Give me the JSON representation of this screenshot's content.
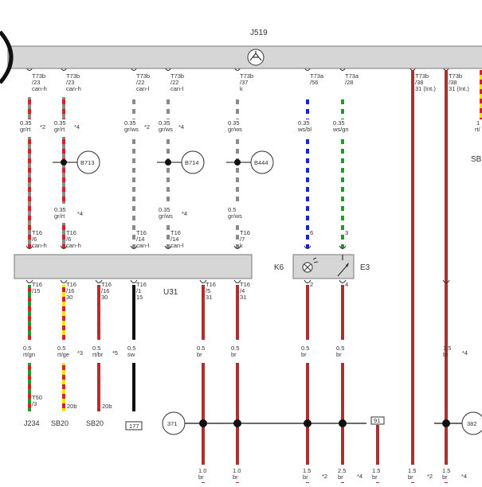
{
  "colors": {
    "red": "#d62222",
    "grey": "#8a8a8a",
    "green": "#1e9c28",
    "yellow": "#f5e400",
    "blue": "#1526d6",
    "white": "#ffffff",
    "black": "#111111",
    "brown": "#a83232",
    "bar_fill": "#d6d6d6",
    "bar_stroke": "#7a7a7a",
    "text": "#333333"
  },
  "header": {
    "j519": "J519",
    "ground_icon": "ground-icon"
  },
  "top_wires": [
    {
      "id": "w1",
      "conn": [
        "T73b",
        "/23",
        "can-h"
      ],
      "spec": [
        "0.35",
        "gr/rt"
      ],
      "note": "*2",
      "colors": [
        "red",
        "grey"
      ],
      "spec_low": "",
      "note_low": "",
      "bottom_conn": [
        "T16",
        "/6",
        "can-h"
      ],
      "splice": ""
    },
    {
      "id": "w2",
      "conn": [
        "T73b",
        "/23",
        "can-h"
      ],
      "spec": [
        "0.35",
        "gr/rt"
      ],
      "note": "*4",
      "colors": [
        "red",
        "grey"
      ],
      "spec_low": "0.35\ngr/rt",
      "note_low": "*4",
      "bottom_conn": [
        "T16",
        "/6",
        "can-h"
      ],
      "splice": "B713"
    },
    {
      "id": "w3",
      "conn": [
        "T73b",
        "/22",
        "can-l"
      ],
      "spec": [
        "0.35",
        "gr/ws"
      ],
      "note": "*2",
      "colors": [
        "grey",
        "white"
      ],
      "spec_low": "",
      "note_low": "",
      "bottom_conn": [
        "T16",
        "/14",
        "can-l"
      ],
      "splice": ""
    },
    {
      "id": "w4",
      "conn": [
        "T73b",
        "/22",
        "can-l"
      ],
      "spec": [
        "0.35",
        "gr/ws"
      ],
      "note": "*4",
      "colors": [
        "grey",
        "white"
      ],
      "spec_low": "0.35\ngr/ws",
      "note_low": "*4",
      "bottom_conn": [
        "T16",
        "/14",
        "can-l"
      ],
      "splice": "B714"
    },
    {
      "id": "w5",
      "conn": [
        "T73b",
        "/37",
        "k"
      ],
      "spec": [
        "0.35",
        "gr/ws"
      ],
      "note": "",
      "colors": [
        "grey",
        "white"
      ],
      "spec_low": "0.5\ngr/ws",
      "note_low": "",
      "bottom_conn": [
        "T16",
        "/7",
        "k"
      ],
      "splice": "B444"
    },
    {
      "id": "w6",
      "conn": [
        "T73a",
        "/56",
        ""
      ],
      "spec": [
        "0.35",
        "ws/bl"
      ],
      "note": "",
      "colors": [
        "blue",
        "white"
      ],
      "spec_low": "",
      "note_low": "",
      "bottom_conn": [
        "6",
        "",
        ""
      ],
      "splice": ""
    },
    {
      "id": "w7",
      "conn": [
        "T73a",
        "/28",
        ""
      ],
      "spec": [
        "0.35",
        "ws/gn"
      ],
      "note": "",
      "colors": [
        "green",
        "white"
      ],
      "spec_low": "",
      "note_low": "",
      "bottom_conn": [
        "3",
        "",
        ""
      ],
      "splice": ""
    },
    {
      "id": "w8",
      "conn": [
        "T73b",
        "/38",
        "31 (Int.)"
      ],
      "spec": [
        "",
        ""
      ],
      "note": "",
      "colors": [
        "brown"
      ],
      "spec_low": "",
      "note_low": "",
      "bottom_conn": [
        "",
        "",
        ""
      ],
      "splice": ""
    },
    {
      "id": "w9",
      "conn": [
        "T73b",
        "/38",
        "31 (Int.)"
      ],
      "spec": [
        "",
        ""
      ],
      "note": "",
      "colors": [
        "brown"
      ],
      "spec_low": "",
      "note_low": "",
      "bottom_conn": [
        "",
        "",
        ""
      ],
      "splice": ""
    }
  ],
  "right_edge": {
    "spec_top": "1",
    "spec_bot": "rt/",
    "sb": "SB"
  },
  "modules": {
    "u31": "U31",
    "k6": "K6",
    "e3": "E3"
  },
  "bottom_wires": [
    {
      "id": "b1",
      "conn": [
        "T16",
        "/15",
        ""
      ],
      "spec": [
        "0.5",
        "rt/gn"
      ],
      "note": "",
      "colors": [
        "red",
        "green"
      ],
      "end": "T50\n/3",
      "end_label": "J234"
    },
    {
      "id": "b2",
      "conn": [
        "T16",
        "/16",
        "30"
      ],
      "spec": [
        "0.5",
        "rt/ge"
      ],
      "note": "*3",
      "colors": [
        "red",
        "yellow"
      ],
      "end": "20b",
      "end_label": "SB20"
    },
    {
      "id": "b3",
      "conn": [
        "T16",
        "/16",
        "30"
      ],
      "spec": [
        "0.5",
        "rt/br"
      ],
      "note": "*5",
      "colors": [
        "red",
        "brown"
      ],
      "end": "20b",
      "end_label": "SB20"
    },
    {
      "id": "b4",
      "conn": [
        "T16",
        "/1",
        "15"
      ],
      "spec": [
        "0.5",
        "sw"
      ],
      "note": "",
      "colors": [
        "black"
      ],
      "end": "177",
      "end_label": ""
    },
    {
      "id": "b5",
      "conn": [
        "T16",
        "/5",
        "31"
      ],
      "spec": [
        "0.5",
        "br"
      ],
      "note": "",
      "colors": [
        "brown"
      ],
      "end": "",
      "end_label": ""
    },
    {
      "id": "b6",
      "conn": [
        "T16",
        "/4",
        "31"
      ],
      "spec": [
        "0.5",
        "br"
      ],
      "note": "",
      "colors": [
        "brown"
      ],
      "end": "",
      "end_label": ""
    },
    {
      "id": "b7",
      "conn": [
        "2",
        "",
        ""
      ],
      "spec": [
        "0.5",
        "br"
      ],
      "note": "",
      "colors": [
        "brown"
      ],
      "end": "",
      "end_label": ""
    },
    {
      "id": "b8",
      "conn": [
        "4",
        "",
        ""
      ],
      "spec": [
        "0.5",
        "br"
      ],
      "note": "",
      "colors": [
        "brown"
      ],
      "end": "",
      "end_label": ""
    },
    {
      "id": "b9",
      "conn": [
        "",
        "",
        ""
      ],
      "spec": [
        "1.5",
        "br"
      ],
      "note": "*4",
      "colors": [
        "brown"
      ],
      "end": "",
      "end_label": ""
    }
  ],
  "ground_points": {
    "left": "371",
    "right": "382",
    "box91": "91"
  },
  "footer_specs": [
    {
      "spec": [
        "1.0",
        "br"
      ],
      "note": ""
    },
    {
      "spec": [
        "1.0",
        "br"
      ],
      "note": ""
    },
    {
      "spec": [
        "1.5",
        "br"
      ],
      "note": "*2"
    },
    {
      "spec": [
        "2.5",
        "br"
      ],
      "note": "*4"
    },
    {
      "spec": [
        "1.5",
        "br"
      ],
      "note": ""
    },
    {
      "spec": [
        "1.5",
        "br"
      ],
      "note": "*2"
    },
    {
      "spec": [
        "1.5",
        "br"
      ],
      "note": "*4"
    }
  ]
}
